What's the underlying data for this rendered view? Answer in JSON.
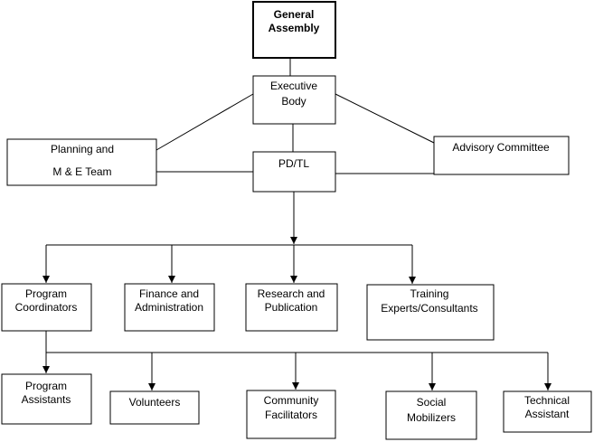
{
  "org_chart": {
    "nodes": {
      "general_assembly": [
        "General",
        "Assembly"
      ],
      "executive_body": [
        "Executive",
        "Body"
      ],
      "planning_me_team": [
        "Planning and",
        "M & E Team"
      ],
      "advisory_committee": [
        "Advisory Committee"
      ],
      "pd_tl": [
        "PD/TL"
      ],
      "program_coordinators": [
        "Program",
        "Coordinators"
      ],
      "finance_admin": [
        "Finance and",
        "Administration"
      ],
      "research_publication": [
        "Research and",
        "Publication"
      ],
      "training_experts": [
        "Training",
        "Experts/Consultants"
      ],
      "program_assistants": [
        "Program",
        "Assistants"
      ],
      "volunteers": [
        "Volunteers"
      ],
      "community_facilitators": [
        "Community",
        "Facilitators"
      ],
      "social_mobilizers": [
        "Social",
        "Mobilizers"
      ],
      "technical_assistant": [
        "Technical",
        "Assistant"
      ]
    },
    "connections": [
      [
        "general_assembly",
        "executive_body"
      ],
      [
        "executive_body",
        "planning_me_team"
      ],
      [
        "executive_body",
        "advisory_committee"
      ],
      [
        "executive_body",
        "pd_tl"
      ],
      [
        "planning_me_team",
        "pd_tl"
      ],
      [
        "advisory_committee",
        "pd_tl"
      ],
      [
        "pd_tl",
        "program_coordinators"
      ],
      [
        "pd_tl",
        "finance_admin"
      ],
      [
        "pd_tl",
        "research_publication"
      ],
      [
        "pd_tl",
        "training_experts"
      ],
      [
        "program_coordinators",
        "program_assistants"
      ],
      [
        "program_coordinators",
        "volunteers"
      ],
      [
        "program_coordinators",
        "community_facilitators"
      ],
      [
        "program_coordinators",
        "social_mobilizers"
      ],
      [
        "program_coordinators",
        "technical_assistant"
      ]
    ]
  }
}
